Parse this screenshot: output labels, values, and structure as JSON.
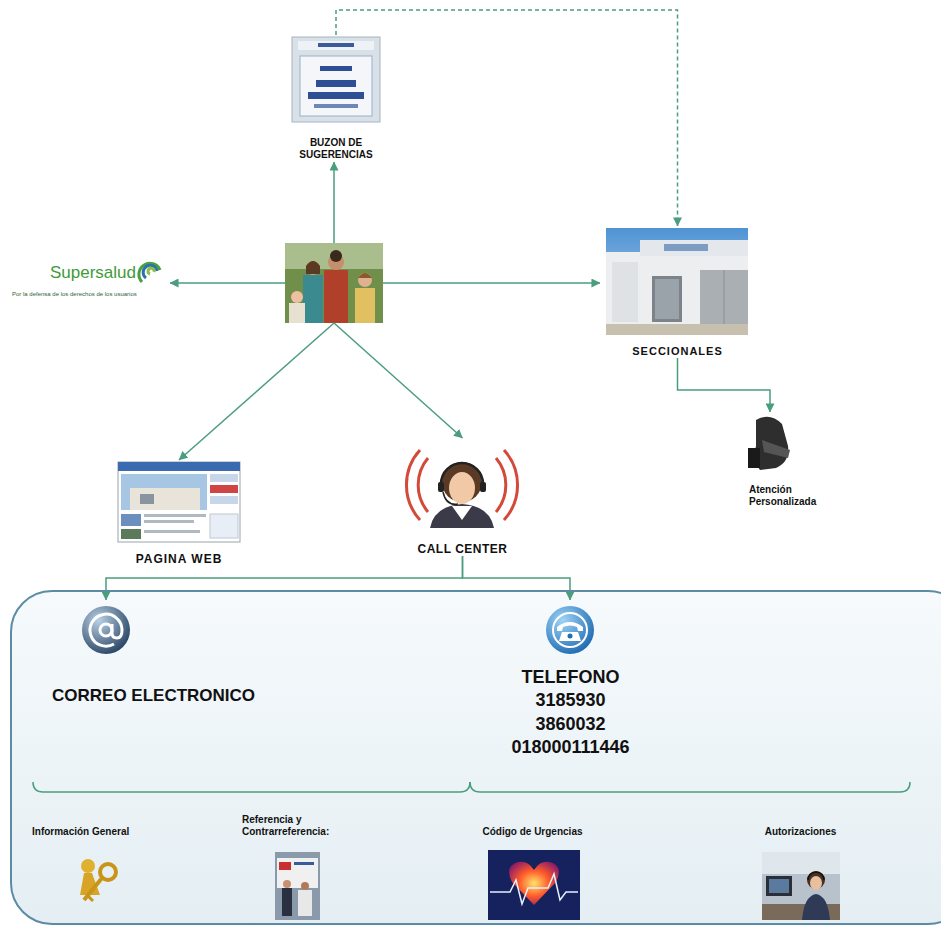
{
  "diagram": {
    "nodes": [
      {
        "text": [
          "BUZON DE SUGERENCIAS"
        ]
      },
      {
        "text": []
      },
      {
        "text": [
          "Supersalud",
          "Por la defensa de los derechos de los usuarios"
        ]
      },
      {
        "text": [
          "SECCIONALES"
        ]
      },
      {
        "text": [
          "Atención Personalizada"
        ]
      },
      {
        "text": [
          "PAGINA WEB"
        ]
      },
      {
        "text": [
          "CALL CENTER"
        ]
      },
      {
        "text": []
      },
      {
        "text": [
          "CORREO ELECTRONICO"
        ],
        "in": 7
      },
      {
        "text": [
          "TELEFONO 3185930 3860032 018000111446"
        ],
        "in": 7
      },
      {
        "text": [
          "Información General"
        ],
        "in": 7
      },
      {
        "text": [
          "Referencia y Contrarreferencia:"
        ],
        "in": 7
      },
      {
        "text": [
          "Código de Urgencias"
        ],
        "in": 7
      },
      {
        "text": [
          "Autorizaciones"
        ],
        "in": 7
      }
    ],
    "edges": [
      {
        "from": 1,
        "to": 0,
        "arrow": "to"
      },
      {
        "from": 1,
        "to": 2,
        "arrow": "to"
      },
      {
        "from": 1,
        "to": 3,
        "arrow": "to"
      },
      {
        "from": 0,
        "to": 3,
        "arrow": "to"
      },
      {
        "from": 3,
        "to": 4,
        "arrow": "to"
      },
      {
        "from": 1,
        "to": 5,
        "arrow": "to"
      },
      {
        "from": 1,
        "to": 6,
        "arrow": "to"
      },
      {
        "from": 6,
        "to": 8,
        "arrow": "to"
      },
      {
        "from": 6,
        "to": 9,
        "arrow": "to"
      }
    ]
  }
}
